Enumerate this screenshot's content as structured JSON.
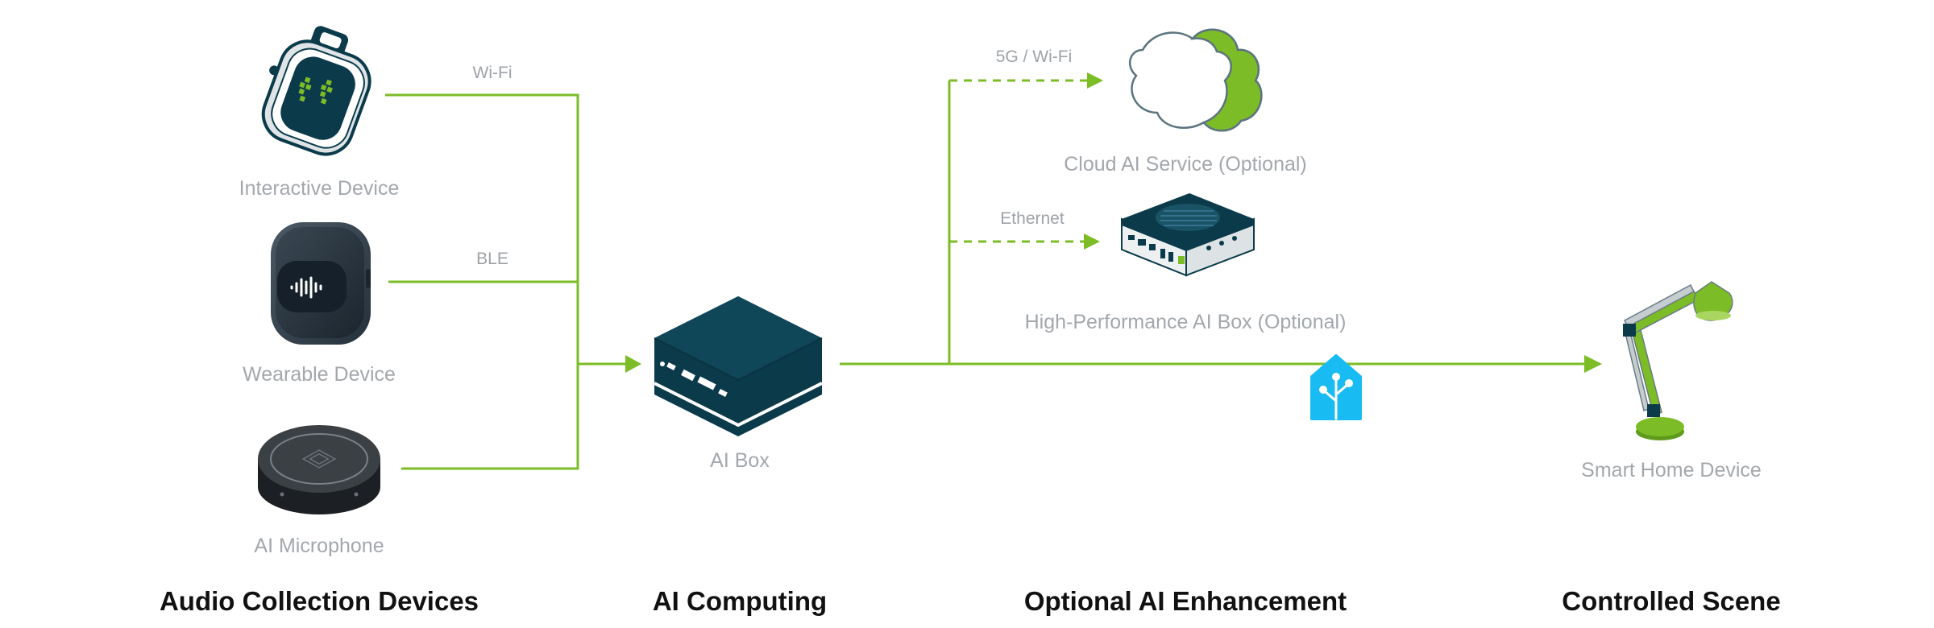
{
  "devices": {
    "interactive_device": "Interactive Device",
    "wearable_device": "Wearable Device",
    "ai_microphone": "AI Microphone",
    "ai_box": "AI Box",
    "cloud_ai_service": "Cloud AI Service (Optional)",
    "high_performance_ai_box": "High-Performance AI Box (Optional)",
    "smart_home_device": "Smart Home Device"
  },
  "connections": {
    "wifi": "Wi-Fi",
    "ble": "BLE",
    "cellular_wifi": "5G / Wi-Fi",
    "ethernet": "Ethernet"
  },
  "sections": {
    "audio_collection": "Audio Collection Devices",
    "ai_computing": "AI Computing",
    "optional_enhancement": "Optional AI Enhancement",
    "controlled_scene": "Controlled Scene"
  },
  "colors": {
    "accent_green": "#7cbc26",
    "dark_teal": "#0b3b4b",
    "home_assistant_blue": "#18bcf2",
    "label_gray": "#a3a8ad"
  },
  "icons": {
    "interactive_device": "watch-device-icon",
    "wearable_device": "wearable-pebble-icon",
    "ai_microphone": "speakerphone-icon",
    "ai_box": "mini-pc-icon",
    "cloud": "cloud-icon",
    "high_performance_box": "edge-server-icon",
    "smart_home": "desk-lamp-icon",
    "home_assistant": "home-assistant-icon"
  }
}
